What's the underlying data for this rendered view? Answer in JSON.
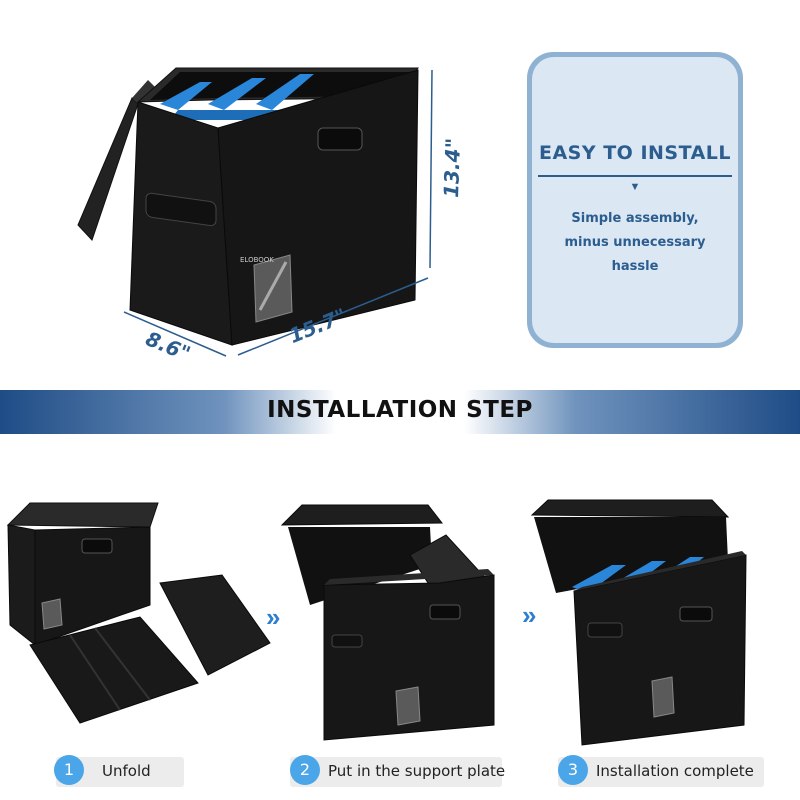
{
  "dimensions": {
    "height": "13.4\"",
    "length": "15.7\"",
    "depth": "8.6\""
  },
  "brand": "ELOBOOK",
  "card": {
    "title": "EASY TO INSTALL",
    "arrow_glyph": "▼",
    "body_lines": [
      "Simple assembly,",
      "minus unnecessary",
      "hassle"
    ]
  },
  "banner": {
    "title": "INSTALLATION STEP"
  },
  "chevron_glyph": "»",
  "steps": [
    {
      "number": "1",
      "label": "Unfold"
    },
    {
      "number": "2",
      "label": "Put in the support plate"
    },
    {
      "number": "3",
      "label": "Installation complete"
    }
  ],
  "colors": {
    "accent": "#2c5d8f",
    "divider_blue": "#2f8ce0",
    "step_circle": "#4aa6e8",
    "card_bg": "#dbe7f3"
  }
}
